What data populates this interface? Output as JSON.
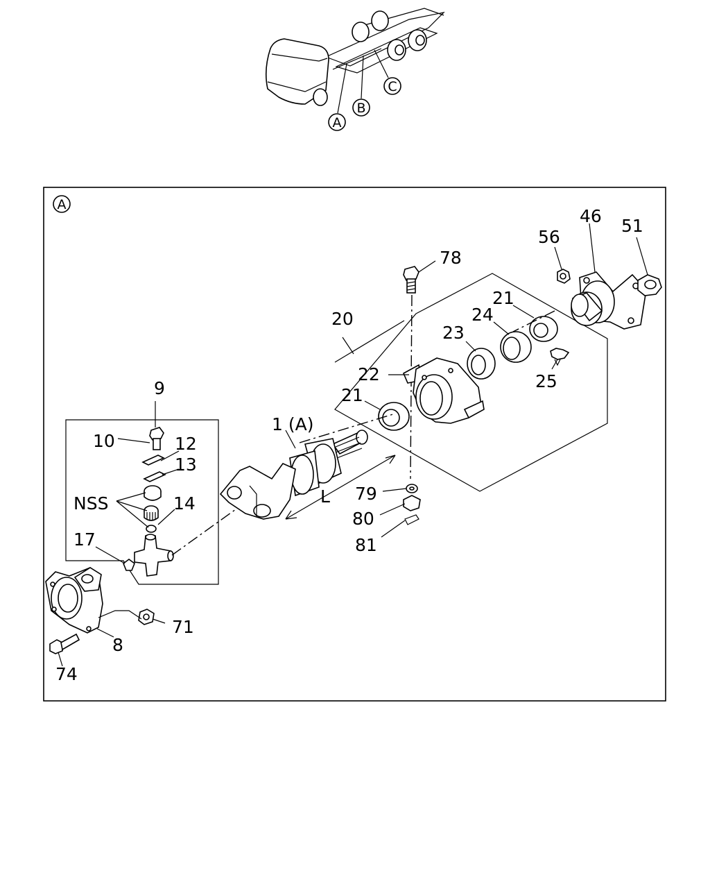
{
  "overview": {
    "callouts": [
      "A",
      "B",
      "C"
    ]
  },
  "panel": {
    "view_tag": "A",
    "labels": {
      "l78": "78",
      "l46": "46",
      "l51": "51",
      "l56": "56",
      "l20": "20",
      "l21a": "21",
      "l24": "24",
      "l23": "23",
      "l22": "22",
      "l25": "25",
      "l21b": "21",
      "l1": "1 (A)",
      "l9": "9",
      "l10": "10",
      "l12": "12",
      "l13": "13",
      "lnss": "NSS",
      "l14": "14",
      "l17": "17",
      "lL": "L",
      "l79": "79",
      "l80": "80",
      "l81": "81",
      "l8": "8",
      "l71": "71",
      "l74": "74"
    }
  }
}
